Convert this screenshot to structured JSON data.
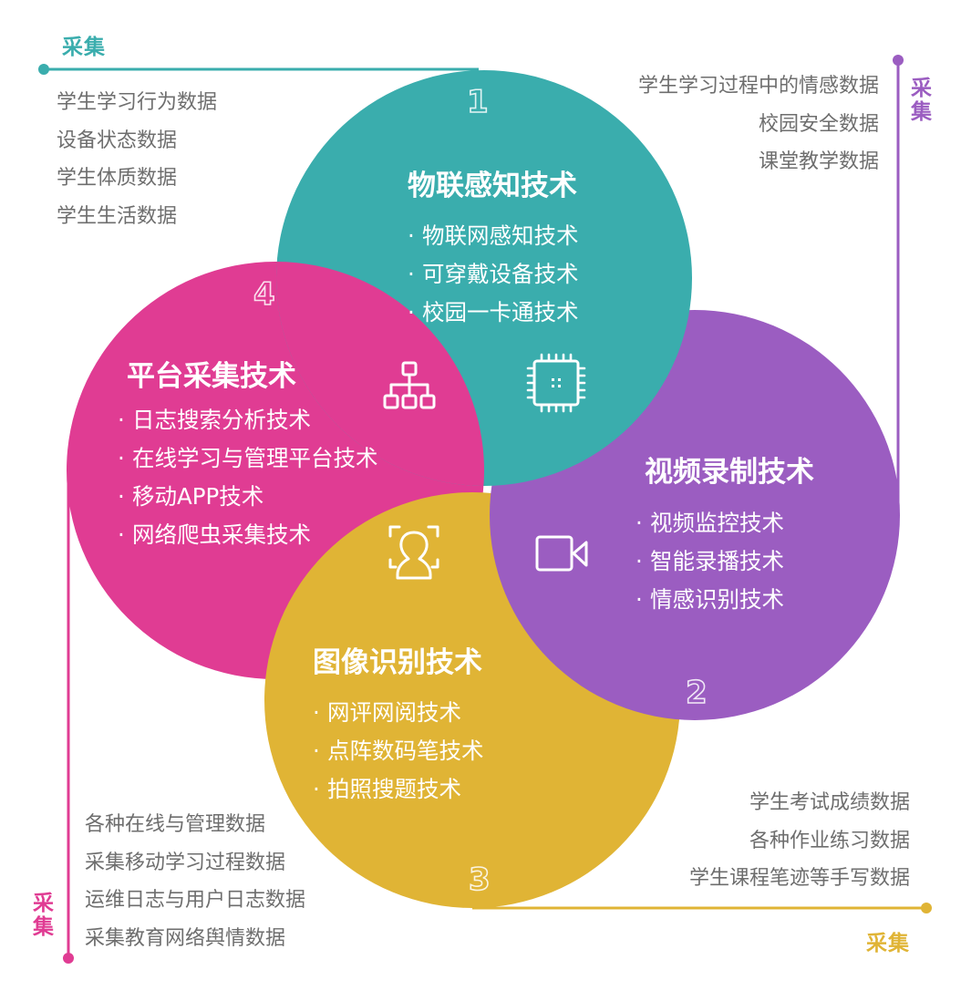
{
  "colors": {
    "teal": "#3AADAD",
    "pink": "#E03C93",
    "purple": "#9B5DC1",
    "yellow": "#E0B435",
    "gray_text": "#6E6E6E",
    "white": "#FFFFFF"
  },
  "collect_label": "采集",
  "circles": [
    {
      "number": "1",
      "title": "物联感知技术",
      "icon": "chip-icon",
      "color": "#3AADAD",
      "items": [
        "物联网感知技术",
        "可穿戴设备技术",
        "校园一卡通技术"
      ]
    },
    {
      "number": "2",
      "title": "视频录制技术",
      "icon": "video-camera-icon",
      "color": "#9B5DC1",
      "items": [
        "视频监控技术",
        "智能录播技术",
        "情感识别技术"
      ]
    },
    {
      "number": "3",
      "title": "图像识别技术",
      "icon": "face-scan-icon",
      "color": "#E0B435",
      "items": [
        "网评网阅技术",
        "点阵数码笔技术",
        "拍照搜题技术"
      ]
    },
    {
      "number": "4",
      "title": "平台采集技术",
      "icon": "org-chart-icon",
      "color": "#E03C93",
      "items": [
        "日志搜索分析技术",
        "在线学习与管理平台技术",
        "移动APP技术",
        "网络爬虫采集技术"
      ]
    }
  ],
  "bullet": "·",
  "data_groups": {
    "top_left": {
      "label": "采集",
      "items": [
        "学生学习行为数据",
        "设备状态数据",
        "学生体质数据",
        "学生生活数据"
      ]
    },
    "top_right": {
      "label": "采集",
      "items": [
        "学生学习过程中的情感数据",
        "校园安全数据",
        "课堂教学数据"
      ]
    },
    "bottom_right": {
      "label": "采集",
      "items": [
        "学生考试成绩数据",
        "各种作业练习数据",
        "学生课程笔迹等手写数据"
      ]
    },
    "bottom_left": {
      "label": "采集",
      "items": [
        "各种在线与管理数据",
        "采集移动学习过程数据",
        "运维日志与用户日志数据",
        "采集教育网络舆情数据"
      ]
    }
  }
}
